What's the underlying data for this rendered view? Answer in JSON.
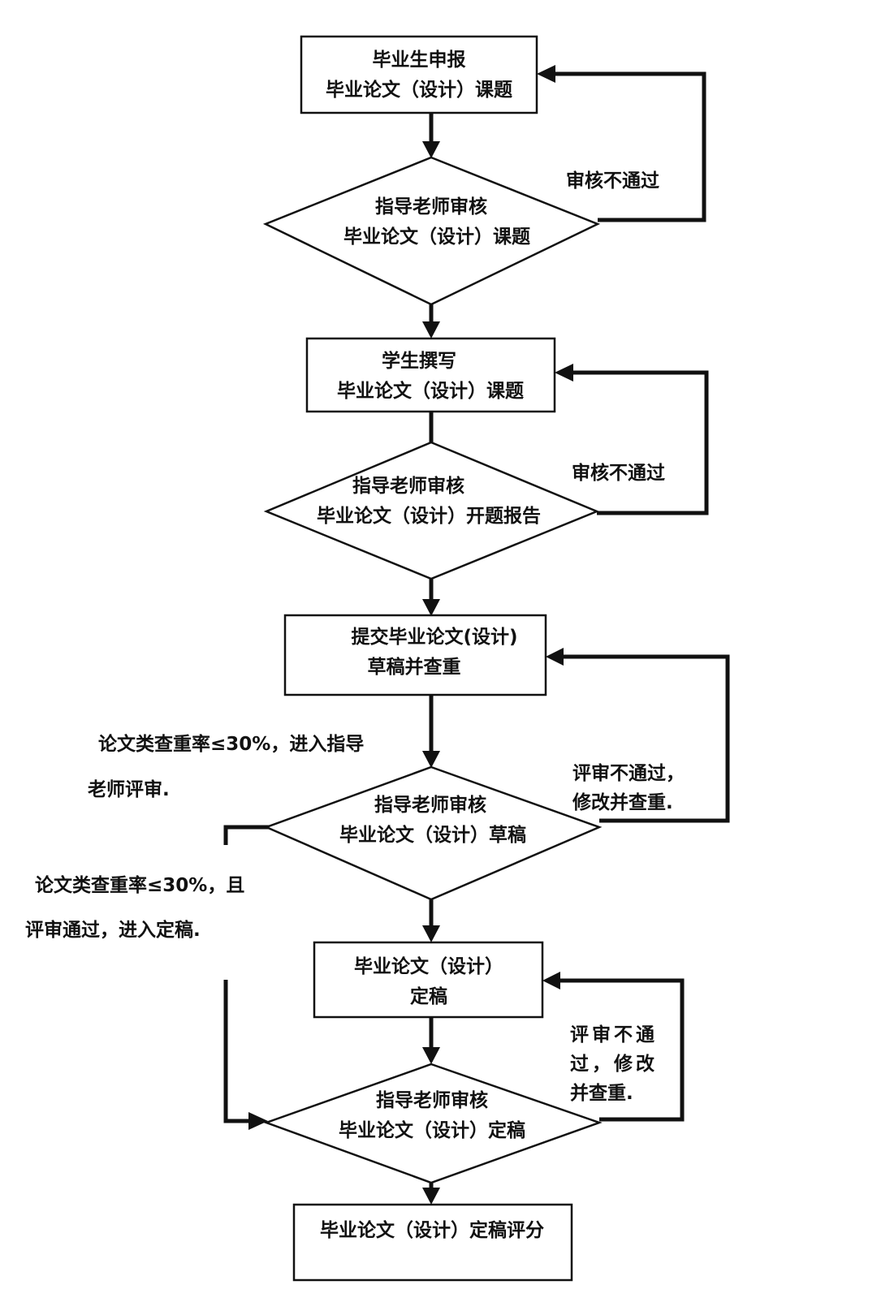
{
  "diagram": {
    "type": "flowchart",
    "colors": {
      "line": "#111111",
      "fill": "#ffffff",
      "background": "#ffffff"
    },
    "nodes": [
      {
        "id": "box1",
        "kind": "process",
        "lines": [
          "毕业生申报",
          "毕业论文（设计）课题"
        ]
      },
      {
        "id": "dia1",
        "kind": "decision",
        "lines": [
          "指导老师审核",
          "毕业论文（设计）课题"
        ]
      },
      {
        "id": "box2",
        "kind": "process",
        "lines": [
          "学生撰写",
          "毕业论文（设计）课题"
        ]
      },
      {
        "id": "dia2",
        "kind": "decision",
        "lines": [
          "指导老师审核",
          "毕业论文（设计）开题报告"
        ]
      },
      {
        "id": "box3",
        "kind": "process",
        "lines": [
          "提交毕业论文(设计)",
          "草稿并查重"
        ]
      },
      {
        "id": "dia3",
        "kind": "decision",
        "lines": [
          "指导老师审核",
          "毕业论文（设计）草稿"
        ]
      },
      {
        "id": "box4",
        "kind": "process",
        "lines": [
          "毕业论文（设计）",
          "定稿"
        ]
      },
      {
        "id": "dia4",
        "kind": "decision",
        "lines": [
          "指导老师审核",
          "毕业论文（设计）定稿"
        ]
      },
      {
        "id": "box5",
        "kind": "process",
        "lines": [
          "毕业论文（设计）定稿评分"
        ]
      }
    ],
    "edge_labels": {
      "loop1": [
        "审核不通过"
      ],
      "loop2": [
        "审核不通过"
      ],
      "loop3": [
        "评审不通过，",
        "修改并查重."
      ],
      "loop4": [
        "评审不通",
        "过，修改",
        "并查重."
      ],
      "into_dia3": [
        "论文类查重率≤30%，进入指导",
        "老师评审."
      ],
      "bypass_to_dia4": [
        "论文类查重率≤30%，且",
        "评审通过，进入定稿."
      ]
    },
    "edges": [
      {
        "from": "box1",
        "to": "dia1",
        "label": ""
      },
      {
        "from": "dia1",
        "to": "box1",
        "label": "loop1"
      },
      {
        "from": "dia1",
        "to": "box2",
        "label": ""
      },
      {
        "from": "box2",
        "to": "dia2",
        "label": ""
      },
      {
        "from": "dia2",
        "to": "box2",
        "label": "loop2"
      },
      {
        "from": "dia2",
        "to": "box3",
        "label": ""
      },
      {
        "from": "box3",
        "to": "dia3",
        "label": "into_dia3"
      },
      {
        "from": "dia3",
        "to": "box3",
        "label": "loop3"
      },
      {
        "from": "dia3",
        "to": "box4",
        "label": ""
      },
      {
        "from": "dia3",
        "to": "dia4",
        "label": "bypass_to_dia4"
      },
      {
        "from": "box4",
        "to": "dia4",
        "label": ""
      },
      {
        "from": "dia4",
        "to": "box4",
        "label": "loop4"
      },
      {
        "from": "dia4",
        "to": "box5",
        "label": ""
      }
    ]
  }
}
